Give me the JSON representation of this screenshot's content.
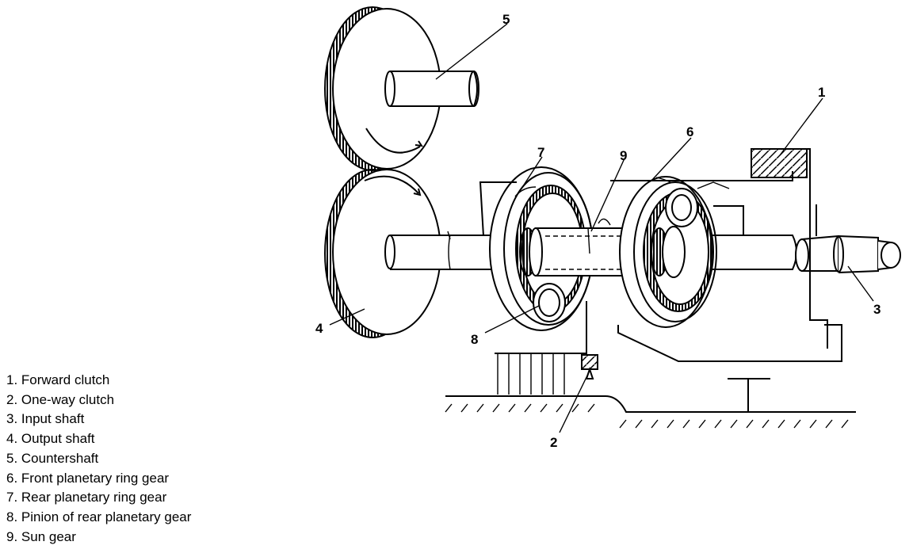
{
  "callouts": {
    "c1": "1",
    "c2": "2",
    "c3": "3",
    "c4": "4",
    "c5": "5",
    "c6": "6",
    "c7": "7",
    "c8": "8",
    "c9": "9"
  },
  "legend": [
    "1. Forward clutch",
    "2. One-way clutch",
    "3. Input shaft",
    "4. Output shaft",
    "5. Countershaft",
    "6. Front planetary ring gear",
    "7. Rear planetary ring gear",
    "8. Pinion of rear planetary gear",
    "9. Sun gear"
  ]
}
